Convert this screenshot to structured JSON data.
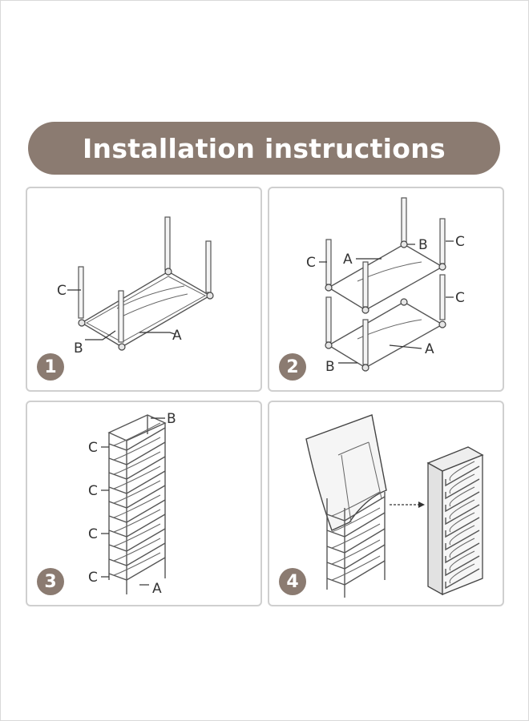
{
  "title": "Installation instructions",
  "colors": {
    "banner": "#8b7b71",
    "badge": "#8b7b71",
    "panel_border": "#cfcfcf"
  },
  "steps": [
    {
      "number": "1",
      "labels": {
        "a": "A",
        "b": "B",
        "c": "C"
      }
    },
    {
      "number": "2",
      "labels": {
        "a_top": "A",
        "b_top": "B",
        "c_top_left": "C",
        "c_top_right": "C",
        "c_mid_right": "C",
        "a_bottom": "A",
        "b_bottom": "B"
      }
    },
    {
      "number": "3",
      "labels": {
        "b": "B",
        "c1": "C",
        "c2": "C",
        "c3": "C",
        "c4": "C",
        "a": "A"
      }
    },
    {
      "number": "4",
      "labels": {}
    }
  ]
}
